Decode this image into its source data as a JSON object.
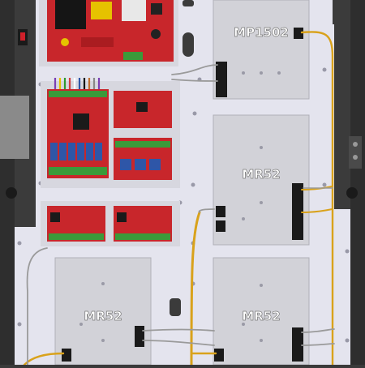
{
  "scene": {
    "description_labels": {
      "board_top_right": "MP1502",
      "board_mid_right": "MR52",
      "board_bottom_left": "MR52",
      "board_bottom_right": "MR52"
    },
    "colors": {
      "enclosure": "#3b3b3b",
      "backplate": "#e4e4ee",
      "board_mount": "#d7d7df",
      "pcb_red": "#c8262b",
      "terminal_green": "#3a9a3a",
      "cable_yellow": "#d9a21b",
      "cable_gray": "#9a9a9a",
      "relay_blue": "#2e56a8"
    }
  }
}
